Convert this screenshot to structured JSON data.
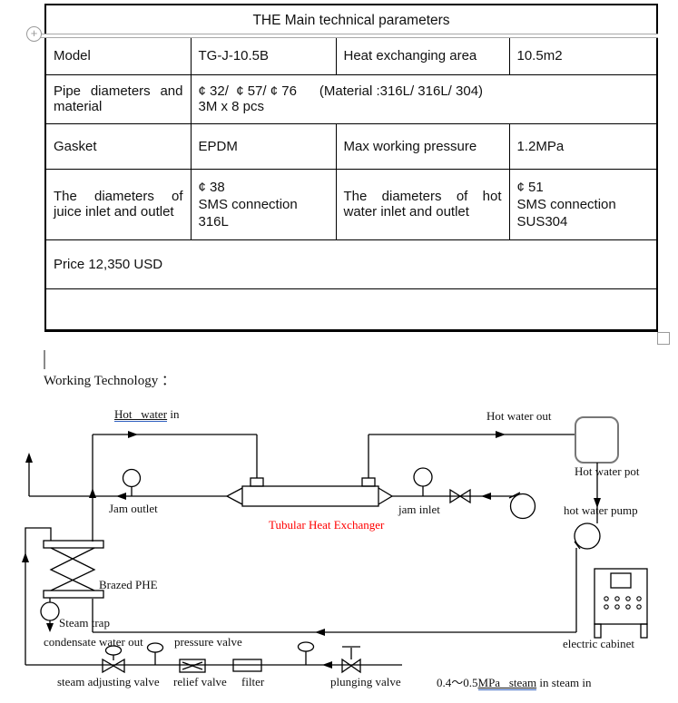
{
  "colors": {
    "line": "#000000",
    "accent_red": "#FF0000",
    "underline_blue": "#3060C0",
    "artifact_gray": "#9A9A9A"
  },
  "artifacts": {
    "anchor_glyph": "+"
  },
  "table": {
    "title": "THE Main technical parameters",
    "row_model": {
      "c1": "Model",
      "c2": "TG-J-10.5B",
      "c3": "Heat exchanging area",
      "c4": "10.5m2"
    },
    "row_pipe": {
      "c1": "Pipe diameters and material",
      "c2_line1": "¢ 32/  ¢ 57/ ¢ 76      (Material :316L/ 316L/ 304)",
      "c2_line2": "3M x 8 pcs"
    },
    "row_gasket": {
      "c1": "Gasket",
      "c2": "EPDM",
      "c3": "Max working pressure",
      "c4": "1.2MPa"
    },
    "row_juice": {
      "c1": "The diameters of juice inlet and outlet",
      "c2": "¢ 38\nSMS connection\n316L",
      "c3": "The diameters of hot water inlet and outlet",
      "c4": "¢ 51\nSMS connection\nSUS304"
    },
    "row_price": {
      "c1": "Price 12,350 USD"
    },
    "row_empty": {
      "c1": ""
    }
  },
  "section_heading": "Working Technology ：",
  "diagram": {
    "labels": {
      "hot_water_in_underlined": "Hot   water",
      "hot_water_in_rest": " in",
      "jam_outlet": "Jam outlet",
      "tubular_heat_exchanger": "Tubular Heat Exchanger",
      "jam_inlet": "jam inlet",
      "hot_water_out": "Hot water out",
      "hot_water_pot": "Hot water pot",
      "hot_water_pump": "hot water pump",
      "brazed_phe": "Brazed PHE",
      "steam_trap": "Steam trap",
      "condensate_water_out": "condensate water out",
      "pressure_valve": "pressure valve",
      "electric_cabinet": "electric cabinet",
      "steam_adjusting_valve": "steam adjusting valve",
      "relief_valve": "relief valve",
      "filter": "filter",
      "plunging_valve": "plunging valve",
      "steam_spec_prefix": "0.4～0.5",
      "steam_spec_underlined": "MPa   steam",
      "steam_spec_rest": " in steam in"
    }
  }
}
